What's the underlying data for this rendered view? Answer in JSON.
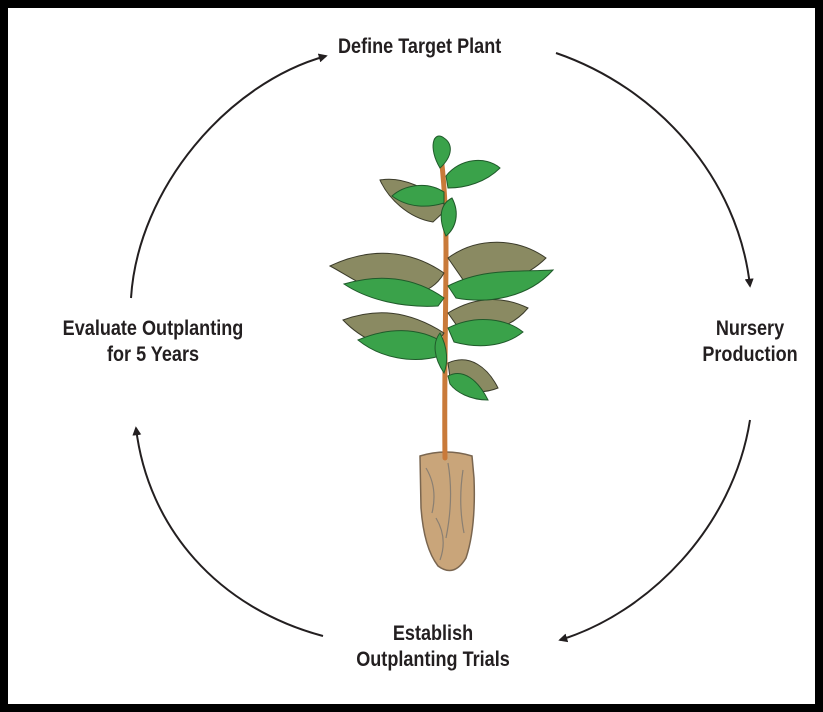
{
  "diagram": {
    "steps": [
      {
        "id": "top",
        "lines": [
          "Define Target Plant"
        ]
      },
      {
        "id": "right",
        "lines": [
          "Nursery",
          "Production"
        ]
      },
      {
        "id": "bottom",
        "lines": [
          "Establish",
          "Outplanting Trials"
        ]
      },
      {
        "id": "left",
        "lines": [
          "Evaluate Outplanting",
          "for 5 Years"
        ]
      }
    ],
    "colors": {
      "background": "#ffffff",
      "frame": "#000000",
      "arrow": "#231f20",
      "leaf_light": "#3aa24a",
      "leaf_dark": "#8a8a62",
      "stem": "#c97a3a",
      "root_plug": "#c9a57a"
    }
  }
}
